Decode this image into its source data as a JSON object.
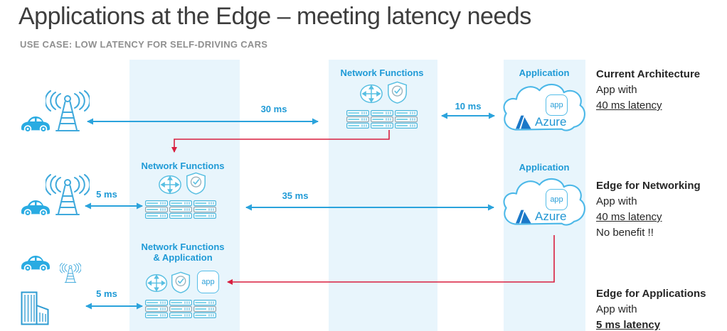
{
  "title": "Applications at the Edge – meeting latency needs",
  "subtitle": "USE CASE: LOW LATENCY FOR SELF-DRIVING CARS",
  "labels": {
    "network_functions": "Network Functions",
    "nfa_line1": "Network Functions",
    "nfa_line2": "& Application",
    "application": "Application",
    "app_badge": "app",
    "azure": "Azure"
  },
  "latency_labels": {
    "row1_access": "30 ms",
    "row1_cloud": "10 ms",
    "row2_access": "5 ms",
    "row2_cloud": "35 ms",
    "row3_access": "5 ms"
  },
  "annotations": {
    "current": {
      "heading": "Current Architecture",
      "line1": "App with",
      "latency": "40 ms latency"
    },
    "edge_networking": {
      "heading": "Edge for Networking",
      "line1": "App with",
      "latency": "40 ms latency",
      "note": "No benefit !!"
    },
    "edge_applications": {
      "heading": "Edge for Applications",
      "line1": "App with",
      "latency": "5 ms latency"
    }
  },
  "colors": {
    "accent_blue": "#1f9ad6",
    "icon_blue": "#29abe2",
    "arrow_blue": "#2ba3dc",
    "red": "#d81e3f",
    "band_blue": "#e8f5fc",
    "text_dark": "#262626",
    "subtitle_gray": "#8f8f8f",
    "azure_logo_blue": "#1b78c8"
  }
}
